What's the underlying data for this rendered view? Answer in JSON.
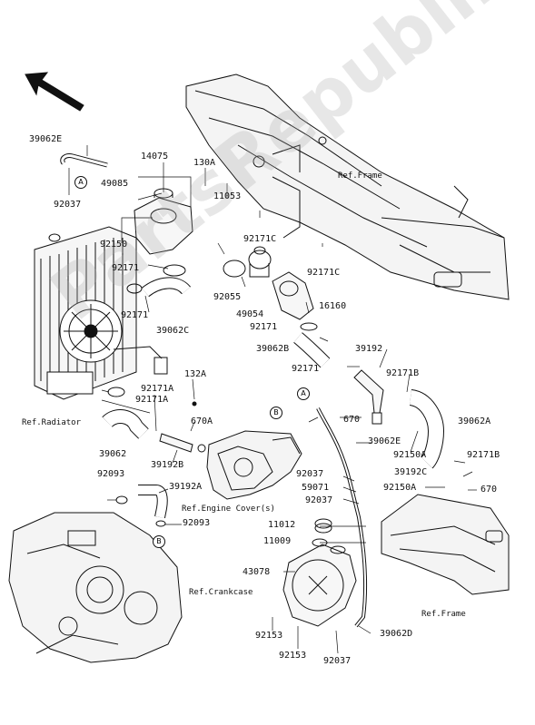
{
  "watermark": "PartsRepublik",
  "parts": {
    "p39062E_top": "39062E",
    "p14075": "14075",
    "p130A": "130A",
    "p49085": "49085",
    "p92037_top": "92037",
    "p11053": "11053",
    "p92150": "92150",
    "p92171C_1": "92171C",
    "p92171C_2": "92171C",
    "p92171_1": "92171",
    "p92171_2": "92171",
    "p92055": "92055",
    "p49054": "49054",
    "p16160": "16160",
    "p39062C": "39062C",
    "p92171_3": "92171",
    "p39062B": "39062B",
    "p39192": "39192",
    "p92171_4": "92171",
    "p92171B_1": "92171B",
    "p92171A_1": "92171A",
    "p132A": "132A",
    "p92171A_2": "92171A",
    "p670A": "670A",
    "p670_1": "670",
    "p39062A": "39062A",
    "p39062E_mid": "39062E",
    "p92150A_1": "92150A",
    "p92171B_2": "92171B",
    "p39062": "39062",
    "p39192B": "39192B",
    "p92093_1": "92093",
    "p39192A": "39192A",
    "p92037_mid1": "92037",
    "p59071": "59071",
    "p92037_mid2": "92037",
    "p39192C": "39192C",
    "p92150A_2": "92150A",
    "p670_2": "670",
    "p92093_2": "92093",
    "p11012": "11012",
    "p11009": "11009",
    "p43078": "43078",
    "p92153_1": "92153",
    "p92153_2": "92153",
    "p39062D": "39062D",
    "p92037_bot": "92037"
  },
  "refs": {
    "frame_upper": "Ref.Frame",
    "radiator": "Ref.Radiator",
    "engine_cover": "Ref.Engine Cover(s)",
    "crankcase": "Ref.Crankcase",
    "frame_lower": "Ref.Frame"
  },
  "markers": {
    "a1": "A",
    "a2": "A",
    "b1": "B",
    "b2": "B"
  }
}
